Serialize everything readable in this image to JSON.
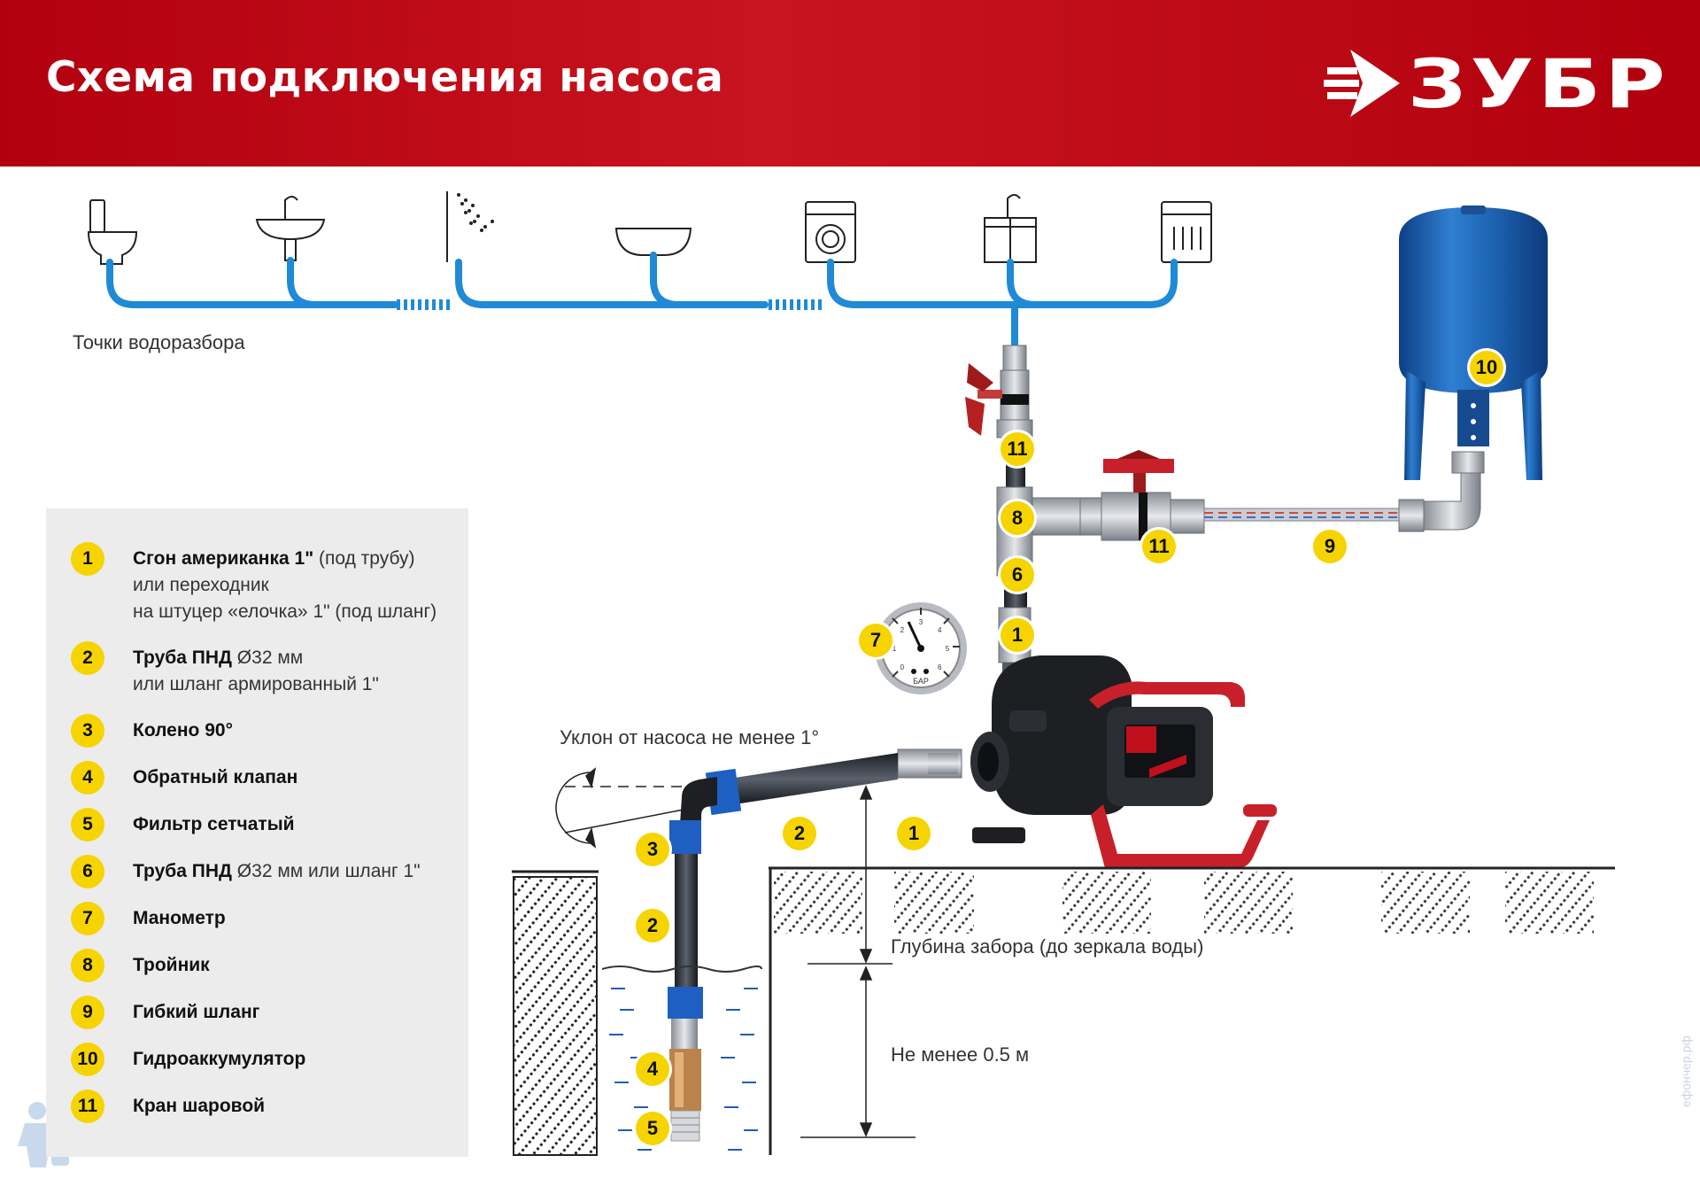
{
  "header": {
    "title": "Схема подключения насоса",
    "brand": "ЗУБР",
    "brand_color": "#c0101b"
  },
  "labels": {
    "water_points": "Точки водоразбора",
    "slope": "Уклон от насоса не менее 1°",
    "intake_depth": "Глубина забора (до зеркала воды)",
    "min_depth": "Не менее 0.5 м"
  },
  "gauge": {
    "unit": "БАР",
    "ticks": [
      "0",
      "1",
      "2",
      "3",
      "4",
      "5",
      "6"
    ]
  },
  "legend": [
    {
      "num": "1",
      "bold": "Сгон американка 1\"",
      "rest": " (под трубу)",
      "lines": [
        "или переходник",
        "на штуцер «елочка» 1\" (под шланг)"
      ]
    },
    {
      "num": "2",
      "bold": "Труба ПНД",
      "rest": " Ø32 мм",
      "lines": [
        "или шланг армированный 1\""
      ]
    },
    {
      "num": "3",
      "bold": "Колено 90°",
      "rest": "",
      "lines": []
    },
    {
      "num": "4",
      "bold": "Обратный клапан",
      "rest": "",
      "lines": []
    },
    {
      "num": "5",
      "bold": "Фильтр сетчатый",
      "rest": "",
      "lines": []
    },
    {
      "num": "6",
      "bold": "Труба ПНД",
      "rest": " Ø32 мм или шланг 1\"",
      "lines": []
    },
    {
      "num": "7",
      "bold": "Манометр",
      "rest": "",
      "lines": []
    },
    {
      "num": "8",
      "bold": "Тройник",
      "rest": "",
      "lines": []
    },
    {
      "num": "9",
      "bold": "Гибкий шланг",
      "rest": "",
      "lines": []
    },
    {
      "num": "10",
      "bold": "Гидроаккумулятор",
      "rest": "",
      "lines": []
    },
    {
      "num": "11",
      "bold": "Кран шаровой",
      "rest": "",
      "lines": []
    }
  ],
  "markers": [
    "11",
    "8",
    "6",
    "1",
    "7",
    "11",
    "9",
    "10",
    "2",
    "1",
    "3",
    "2",
    "4",
    "5"
  ],
  "watermark": "ефончер.рф",
  "colors": {
    "accent_red": "#c0101b",
    "badge_yellow": "#f6d400",
    "pipe_blue": "#1f8ad6",
    "tank_blue": "#1f66b5",
    "legend_bg": "#ececec"
  }
}
